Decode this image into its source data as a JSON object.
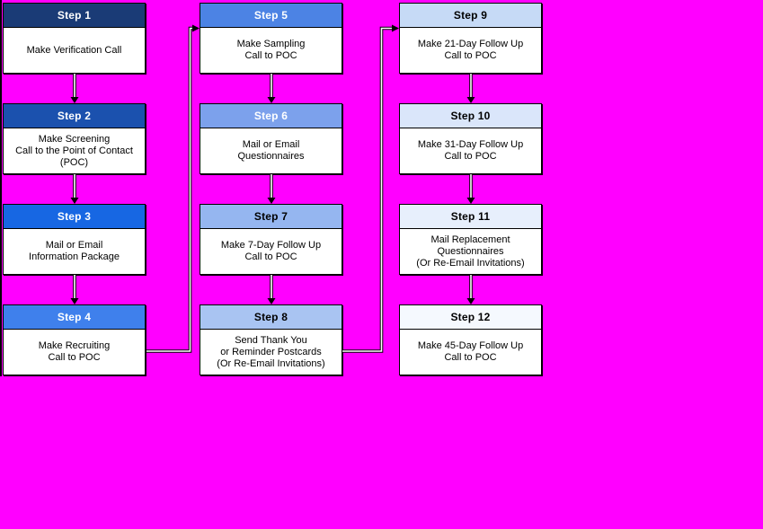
{
  "background_color": "#FF00FF",
  "page_edge_color": "#000000",
  "connector_style": {
    "outline": "#000000",
    "core": "#FFFFFF"
  },
  "flowchart": {
    "steps": [
      {
        "title": "Step 1",
        "body": "Make Verification Call",
        "header_bg": "#1A3B76",
        "header_color": "#FFFFFF"
      },
      {
        "title": "Step 2",
        "body": "Make Screening\nCall to the Point of Contact\n(POC)",
        "header_bg": "#1B51AE",
        "header_color": "#FFFFFF"
      },
      {
        "title": "Step 3",
        "body": "Mail or Email\nInformation Package",
        "header_bg": "#1767E3",
        "header_color": "#FFFFFF"
      },
      {
        "title": "Step 4",
        "body": "Make Recruiting\nCall to POC",
        "header_bg": "#3F80EC",
        "header_color": "#FFFFFF"
      },
      {
        "title": "Step 5",
        "body": "Make Sampling\nCall to POC",
        "header_bg": "#4C83E4",
        "header_color": "#FFFFFF"
      },
      {
        "title": "Step 6",
        "body": "Mail or Email\nQuestionnaires",
        "header_bg": "#7CA1EC",
        "header_color": "#FFFFFF"
      },
      {
        "title": "Step 7",
        "body": "Make 7-Day Follow Up\nCall to POC",
        "header_bg": "#95B6F0",
        "header_color": "#000000"
      },
      {
        "title": "Step 8",
        "body": "Send Thank You\nor Reminder Postcards\n(Or Re-Email Invitations)",
        "header_bg": "#A9C4F2",
        "header_color": "#000000"
      },
      {
        "title": "Step 9",
        "body": "Make 21-Day Follow Up\nCall to POC",
        "header_bg": "#C6DAF6",
        "header_color": "#000000"
      },
      {
        "title": "Step 10",
        "body": "Make 31-Day Follow Up\nCall to POC",
        "header_bg": "#DAE6FA",
        "header_color": "#000000"
      },
      {
        "title": "Step 11",
        "body": "Mail Replacement\nQuestionnaires\n(Or Re-Email Invitations)",
        "header_bg": "#E7EFFC",
        "header_color": "#000000"
      },
      {
        "title": "Step 12",
        "body": "Make 45-Day Follow Up\nCall to POC",
        "header_bg": "#F5F9FE",
        "header_color": "#000000"
      }
    ]
  }
}
